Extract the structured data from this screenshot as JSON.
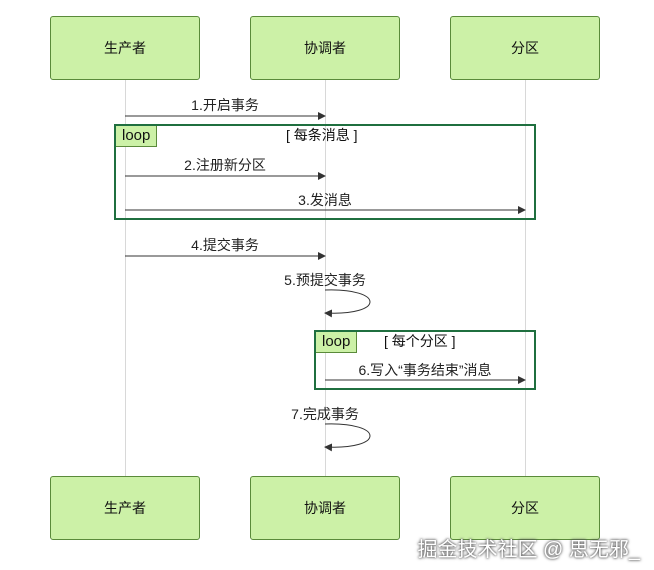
{
  "participants": {
    "producer": "生产者",
    "coordinator": "协调者",
    "partition": "分区"
  },
  "messages": [
    "1.开启事务",
    "2.注册新分区",
    "3.发消息",
    "4.提交事务",
    "5.预提交事务",
    "6.写入“事务结束”消息",
    "7.完成事务"
  ],
  "frames": {
    "loop1": {
      "tag": "loop",
      "condition": "[ 每条消息 ]"
    },
    "loop2": {
      "tag": "loop",
      "condition": "[ 每个分区 ]"
    }
  },
  "watermark": "掘金技术社区 @ 思无邪_",
  "colors": {
    "participant_fill": "#ccf1a7",
    "participant_border": "#5a8a3a",
    "frame_border": "#1f6f3f",
    "arrow": "#333333"
  }
}
